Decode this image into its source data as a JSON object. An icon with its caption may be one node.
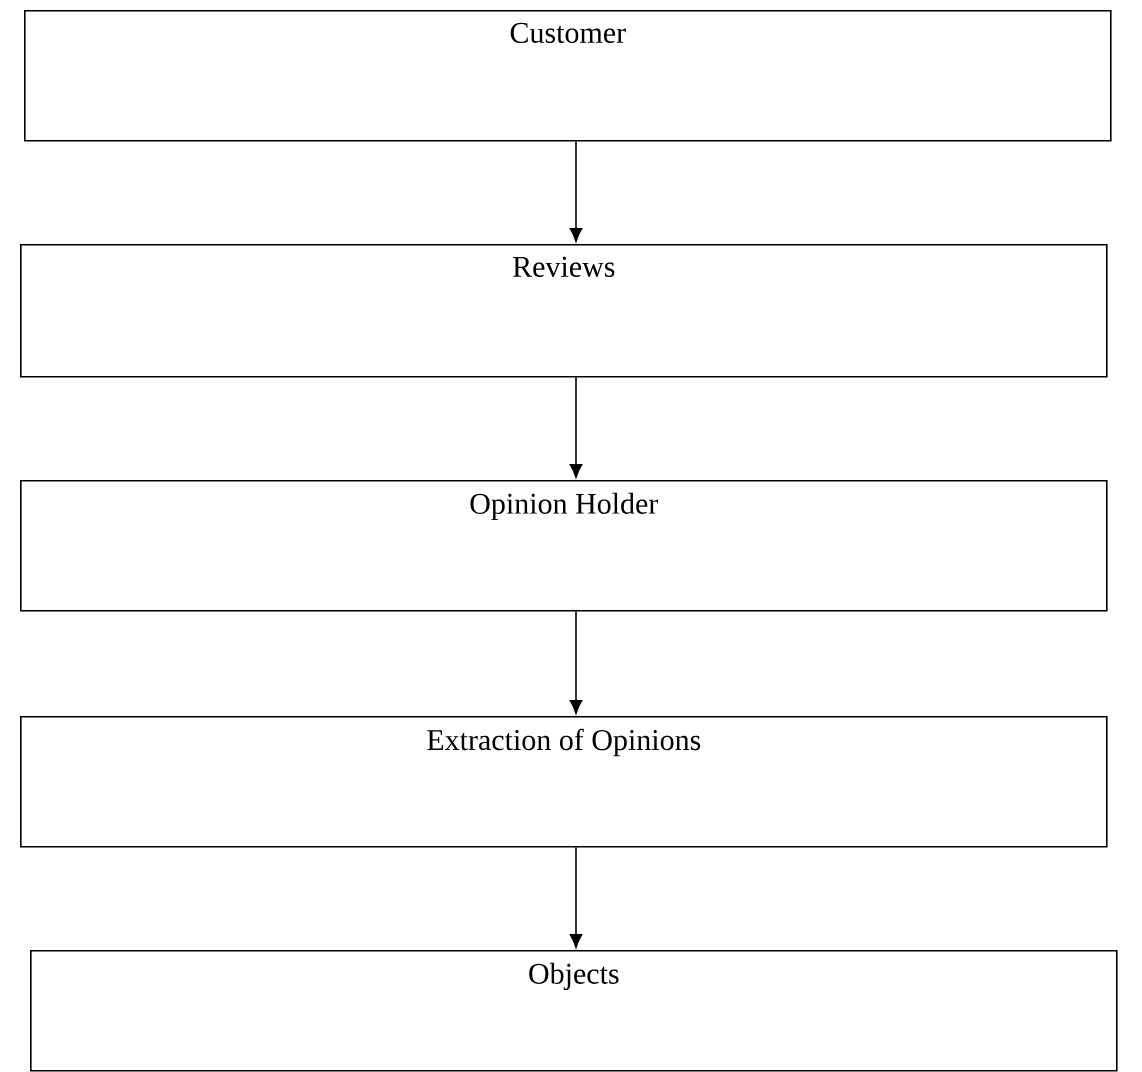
{
  "diagram": {
    "nodes": [
      {
        "text": [
          "Customer"
        ]
      },
      {
        "text": [
          "Reviews"
        ]
      },
      {
        "text": [
          "Opinion Holder"
        ]
      },
      {
        "text": [
          "Extraction of Opinions"
        ]
      },
      {
        "text": [
          "Objects"
        ]
      }
    ],
    "edges": [
      {
        "from": 0,
        "to": 1,
        "arrow": "to"
      },
      {
        "from": 1,
        "to": 2,
        "arrow": "to"
      },
      {
        "from": 2,
        "to": 3,
        "arrow": "to"
      },
      {
        "from": 3,
        "to": 4,
        "arrow": "to"
      }
    ]
  }
}
